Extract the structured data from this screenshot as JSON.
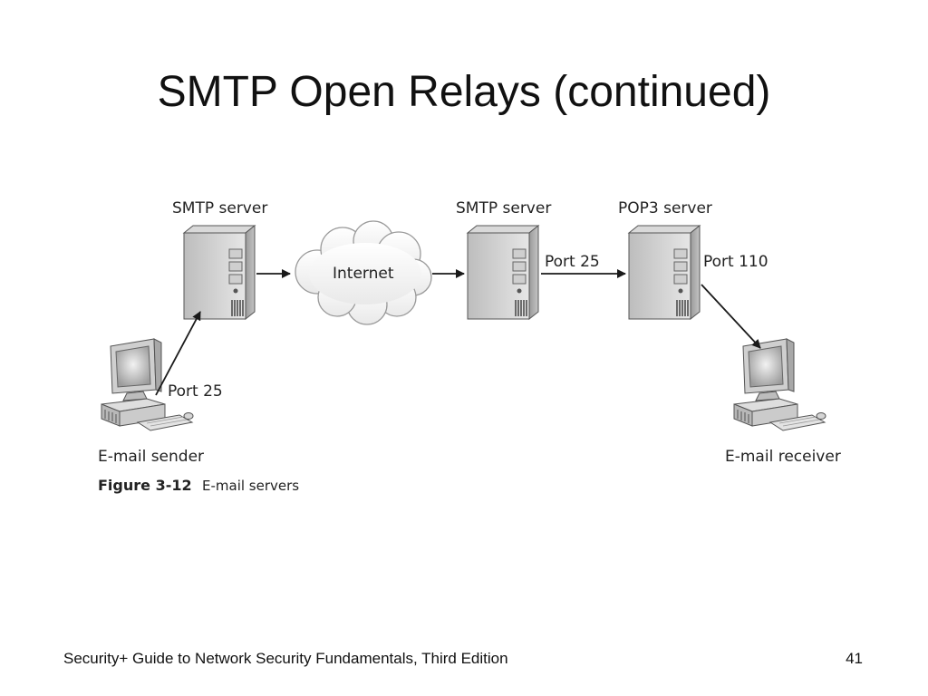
{
  "slide": {
    "title": "SMTP Open Relays (continued)",
    "footer_left": "Security+ Guide to Network Security Fundamentals, Third Edition",
    "page_number": "41"
  },
  "diagram": {
    "nodes": {
      "smtp_server_1": "SMTP server",
      "internet": "Internet",
      "smtp_server_2": "SMTP server",
      "pop3_server": "POP3 server",
      "sender": "E-mail sender",
      "receiver": "E-mail receiver"
    },
    "ports": {
      "sender_to_smtp": "Port 25",
      "internet_to_smtp": "Port 25",
      "smtp_to_pop3": "Port 110"
    },
    "figure": {
      "number": "Figure 3-12",
      "caption": "E-mail servers"
    }
  }
}
